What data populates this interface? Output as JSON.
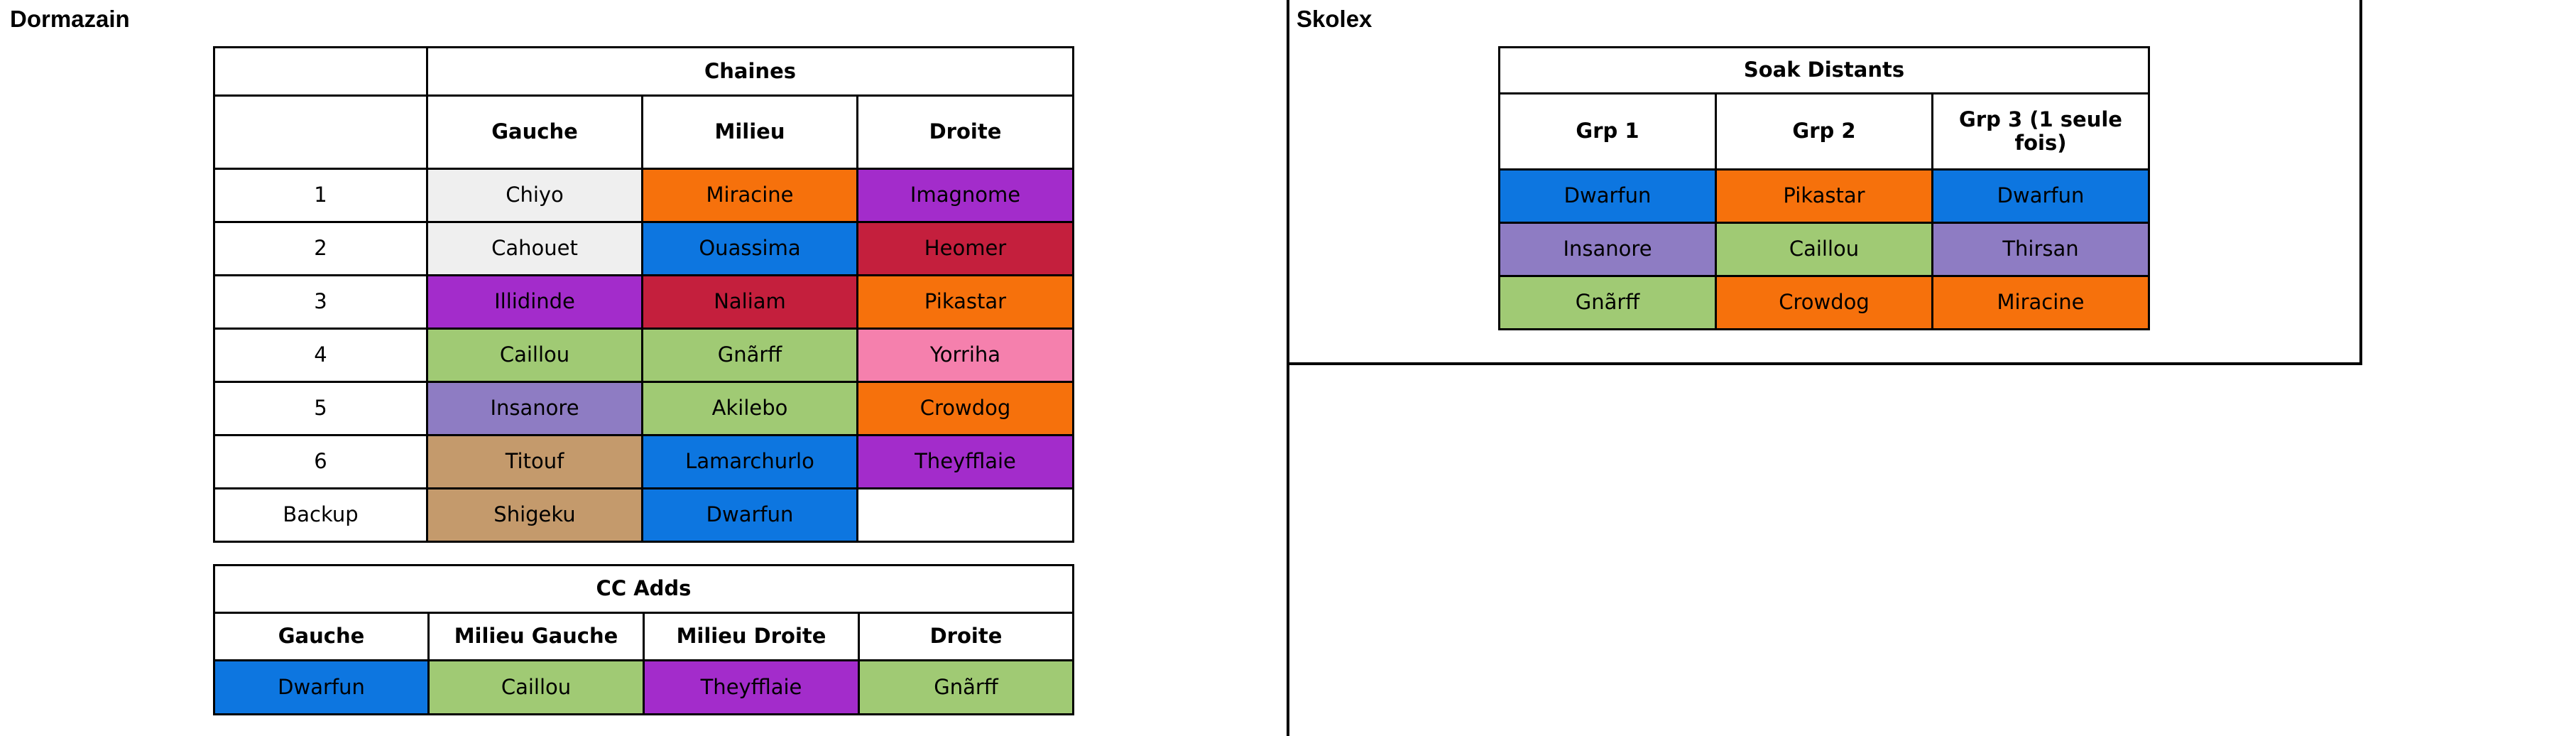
{
  "sections": {
    "left_title": "Dormazain",
    "right_title": "Skolex"
  },
  "colors": {
    "orange": "#f6710c",
    "blue": "#0d76e0",
    "purple": "#a32ccb",
    "crimson": "#c41f3d",
    "green": "#a0ca74",
    "lavender": "#8e7cc3",
    "pink": "#f580ad",
    "tan": "#c49a6c",
    "gray": "#efefef",
    "white": "#ffffff"
  },
  "tables": {
    "chaines": {
      "title": "Chaines",
      "columns": [
        "Gauche",
        "Milieu",
        "Droite"
      ],
      "row_labels": [
        "1",
        "2",
        "3",
        "4",
        "5",
        "6",
        "Backup"
      ],
      "rows": [
        [
          {
            "text": "Chiyo",
            "color": "gray"
          },
          {
            "text": "Miracine",
            "color": "orange"
          },
          {
            "text": "Imagnome",
            "color": "purple"
          }
        ],
        [
          {
            "text": "Cahouet",
            "color": "gray"
          },
          {
            "text": "Ouassima",
            "color": "blue"
          },
          {
            "text": "Heomer",
            "color": "crimson"
          }
        ],
        [
          {
            "text": "Illidinde",
            "color": "purple"
          },
          {
            "text": "Naliam",
            "color": "crimson"
          },
          {
            "text": "Pikastar",
            "color": "orange"
          }
        ],
        [
          {
            "text": "Caillou",
            "color": "green"
          },
          {
            "text": "Gnãrff",
            "color": "green"
          },
          {
            "text": "Yorriha",
            "color": "pink"
          }
        ],
        [
          {
            "text": "Insanore",
            "color": "lavender"
          },
          {
            "text": "Akilebo",
            "color": "green"
          },
          {
            "text": "Crowdog",
            "color": "orange"
          }
        ],
        [
          {
            "text": "Titouf",
            "color": "tan"
          },
          {
            "text": "Lamarchurlo",
            "color": "blue"
          },
          {
            "text": "Theyfflaie",
            "color": "purple"
          }
        ],
        [
          {
            "text": "Shigeku",
            "color": "tan"
          },
          {
            "text": "Dwarfun",
            "color": "blue"
          },
          {
            "text": "",
            "color": "white"
          }
        ]
      ]
    },
    "cc_adds": {
      "title": "CC Adds",
      "columns": [
        "Gauche",
        "Milieu Gauche",
        "Milieu Droite",
        "Droite"
      ],
      "rows": [
        [
          {
            "text": "Dwarfun",
            "color": "blue"
          },
          {
            "text": "Caillou",
            "color": "green"
          },
          {
            "text": "Theyfflaie",
            "color": "purple"
          },
          {
            "text": "Gnãrff",
            "color": "green"
          }
        ]
      ]
    },
    "soak_distants": {
      "title": "Soak Distants",
      "columns": [
        "Grp 1",
        "Grp 2",
        "Grp 3 (1 seule fois)"
      ],
      "rows": [
        [
          {
            "text": "Dwarfun",
            "color": "blue"
          },
          {
            "text": "Pikastar",
            "color": "orange"
          },
          {
            "text": "Dwarfun",
            "color": "blue"
          }
        ],
        [
          {
            "text": "Insanore",
            "color": "lavender"
          },
          {
            "text": "Caillou",
            "color": "green"
          },
          {
            "text": "Thirsan",
            "color": "lavender"
          }
        ],
        [
          {
            "text": "Gnãrff",
            "color": "green"
          },
          {
            "text": "Crowdog",
            "color": "orange"
          },
          {
            "text": "Miracine",
            "color": "orange"
          }
        ]
      ]
    }
  }
}
